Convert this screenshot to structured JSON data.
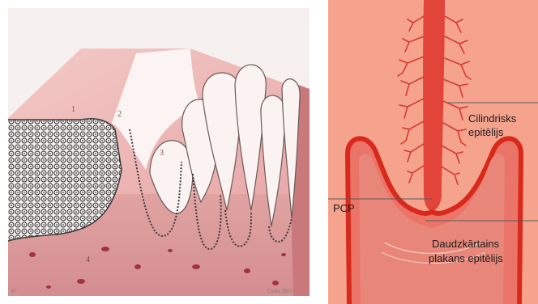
{
  "left_figure": {
    "layer_labels": [
      "1",
      "2",
      "3",
      "4"
    ],
    "plate_number": "87",
    "signature": "Carlie 1977"
  },
  "right_figure": {
    "labels": {
      "cylindrical": [
        "Cilindrisks",
        "epitēlijs"
      ],
      "pcp": "PCP",
      "squamous": [
        "Daudzkārtains",
        "plakans epitēlijs"
      ]
    }
  },
  "colors": {
    "tissue_pink": "#e7b3b2",
    "right_bg": "#f5a38d",
    "canal_red": "#e2443a",
    "outline_red": "#d9281c"
  }
}
